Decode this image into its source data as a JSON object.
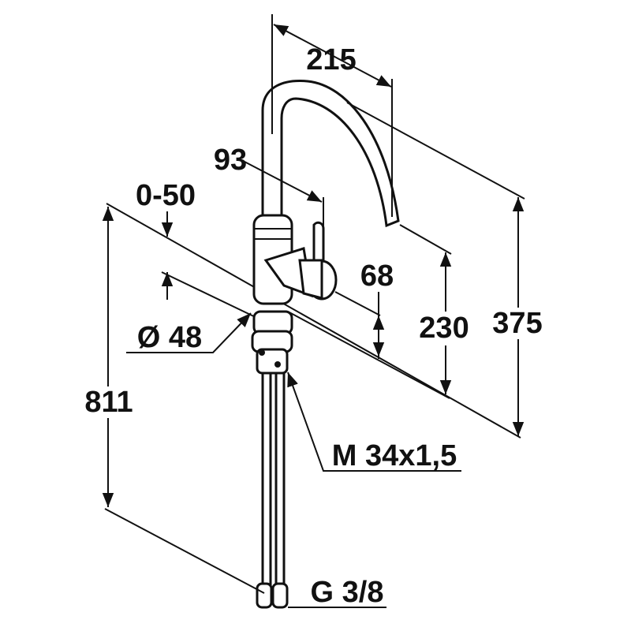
{
  "title": "Kitchen faucet dimension drawing",
  "dimensions": {
    "spout_reach": "215",
    "lever_offset": "93",
    "counter_thickness": "0-50",
    "base_diameter": "Ø 48",
    "lever_height": "68",
    "outlet_height": "230",
    "total_height": "375",
    "hose_length": "811",
    "thread": "M 34x1,5",
    "connection": "G 3/8"
  },
  "colors": {
    "line": "#111111",
    "background": "#ffffff"
  }
}
